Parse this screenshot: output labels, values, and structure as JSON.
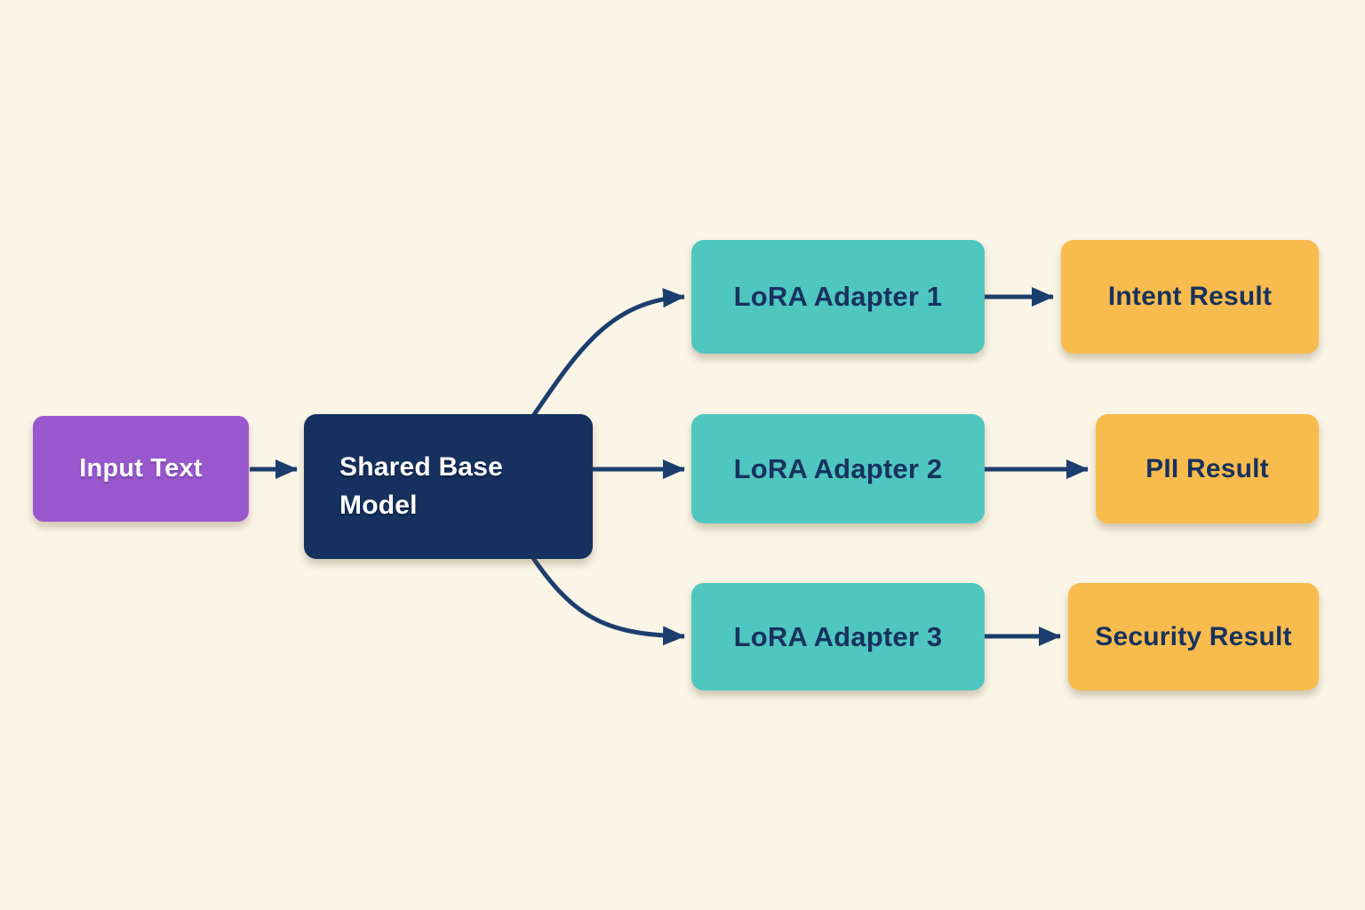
{
  "diagram": {
    "nodes": {
      "input_text": {
        "label": "Input Text",
        "color": "#9a58ce"
      },
      "shared_base": {
        "label": "Shared Base Model",
        "color": "#16315f"
      },
      "adapter1": {
        "label": "LoRA Adapter 1",
        "color": "#4fc6c0"
      },
      "adapter2": {
        "label": "LoRA Adapter 2",
        "color": "#4fc6c0"
      },
      "adapter3": {
        "label": "LoRA Adapter 3",
        "color": "#4fc6c0"
      },
      "intent_result": {
        "label": "Intent Result",
        "color": "#f8bb4d"
      },
      "pii_result": {
        "label": "PII Result",
        "color": "#f8bb4d"
      },
      "security_result": {
        "label": "Security Result",
        "color": "#f8bb4d"
      }
    },
    "edges": [
      {
        "from": "input_text",
        "to": "shared_base"
      },
      {
        "from": "shared_base",
        "to": "adapter1"
      },
      {
        "from": "shared_base",
        "to": "adapter2"
      },
      {
        "from": "shared_base",
        "to": "adapter3"
      },
      {
        "from": "adapter1",
        "to": "intent_result"
      },
      {
        "from": "adapter2",
        "to": "pii_result"
      },
      {
        "from": "adapter3",
        "to": "security_result"
      }
    ],
    "colors": {
      "background": "#faf5e6",
      "arrow": "#1c3e6e",
      "text_light": "#ffffff",
      "text_dark": "#17325d"
    }
  }
}
